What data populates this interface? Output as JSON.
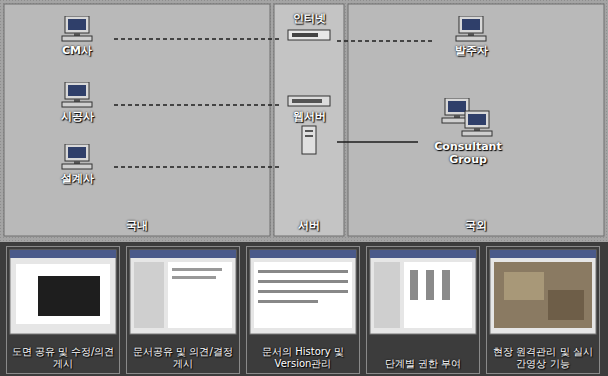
{
  "diagram": {
    "nodes": [
      {
        "text": [
          "국내"
        ]
      },
      {
        "text": [
          "CM사"
        ],
        "in": 0
      },
      {
        "text": [
          "시공사"
        ],
        "in": 0
      },
      {
        "text": [
          "설계사"
        ],
        "in": 0
      },
      {
        "text": [
          "서버"
        ]
      },
      {
        "text": [
          "인터넷"
        ],
        "in": 4
      },
      {
        "text": [
          "웹서버"
        ],
        "in": 4
      },
      {
        "text": [
          "국외"
        ]
      },
      {
        "text": [
          "발주자"
        ],
        "in": 7
      },
      {
        "text": [
          "Consultant Group"
        ],
        "in": 7
      },
      {
        "text": [
          "도면 공유 및 수정/의견 게시"
        ]
      },
      {
        "text": [
          "문서공유 및 의견/결정 게시"
        ]
      },
      {
        "text": [
          "문서의 History 및 Version관리"
        ]
      },
      {
        "text": [
          "단계별 권한 부여"
        ]
      },
      {
        "text": [
          "현장 원격관리 및 실시간영상 기능"
        ]
      }
    ],
    "edges": [
      {
        "from": 1,
        "to": 5,
        "arrow": "none"
      },
      {
        "from": 2,
        "to": 6,
        "arrow": "none"
      },
      {
        "from": 3,
        "to": 6,
        "arrow": "none"
      },
      {
        "from": 5,
        "to": 8,
        "arrow": "none"
      },
      {
        "from": 6,
        "to": 9,
        "arrow": "none"
      }
    ]
  }
}
